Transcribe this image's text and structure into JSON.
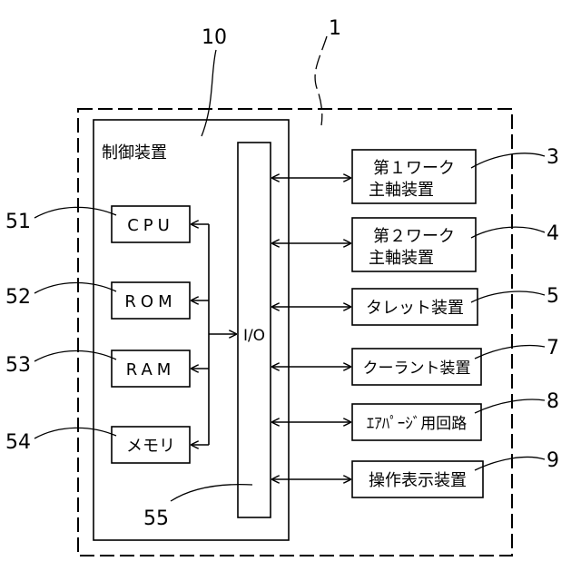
{
  "refs": {
    "system": "1",
    "controller": "10",
    "cpu": "51",
    "rom": "52",
    "ram": "53",
    "memory": "54",
    "io": "55",
    "work1": "3",
    "work2": "4",
    "turret": "5",
    "coolant": "7",
    "airpurge": "8",
    "panel": "9"
  },
  "controller": {
    "title": "制御装置"
  },
  "components": {
    "cpu": "CPU",
    "rom": "ROM",
    "ram": "RAM",
    "memory": "メモリ",
    "io": "I/O"
  },
  "devices": {
    "work1_line1": "第１ワーク",
    "work1_line2": "主軸装置",
    "work2_line1": "第２ワーク",
    "work2_line2": "主軸装置",
    "turret": "タレット装置",
    "coolant": "クーラント装置",
    "airpurge": "ｴｱﾊﾟｰｼﾞ用回路",
    "panel": "操作表示装置"
  }
}
